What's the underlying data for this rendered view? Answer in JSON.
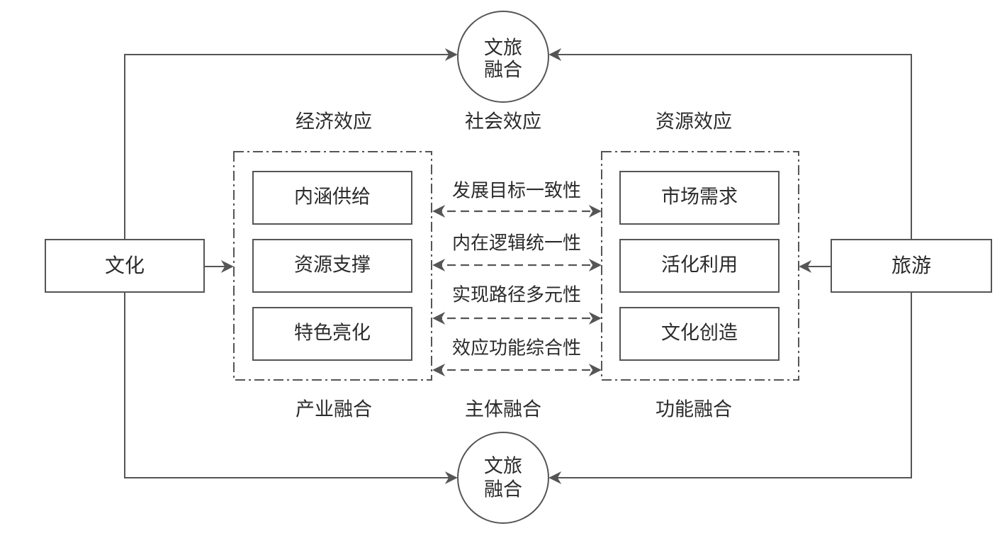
{
  "nodes": {
    "culture": "文化",
    "tourism": "旅游",
    "fusion_top": [
      "文旅",
      "融合"
    ],
    "fusion_bottom": [
      "文旅",
      "融合"
    ]
  },
  "effects": {
    "economic": "经济效应",
    "social": "社会效应",
    "resource": "资源效应"
  },
  "fusion_types": {
    "industry": "产业融合",
    "subject": "主体融合",
    "function": "功能融合"
  },
  "left_items": [
    "内涵供给",
    "资源支撑",
    "特色亮化"
  ],
  "right_items": [
    "市场需求",
    "活化利用",
    "文化创造"
  ],
  "links": [
    "发展目标一致性",
    "内在逻辑统一性",
    "实现路径多元性",
    "效应功能综合性"
  ],
  "colors": {
    "line": "#555555",
    "text": "#2b2b2b"
  }
}
